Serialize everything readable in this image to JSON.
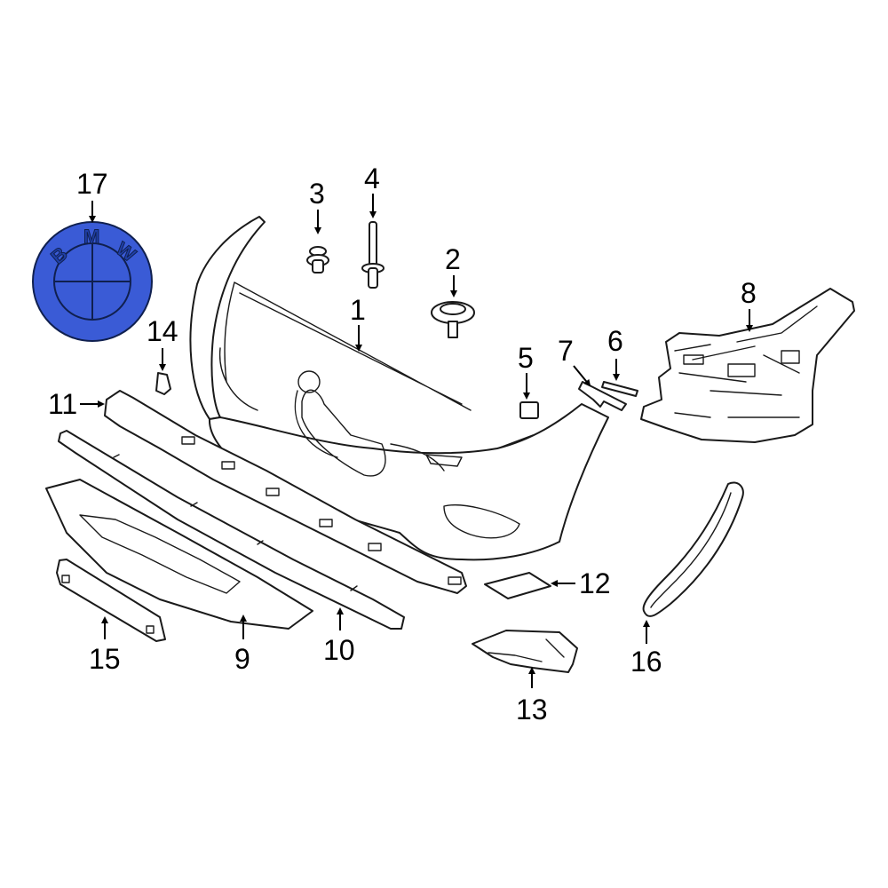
{
  "callouts": {
    "c1": "1",
    "c2": "2",
    "c3": "3",
    "c4": "4",
    "c5": "5",
    "c6": "6",
    "c7": "7",
    "c8": "8",
    "c9": "9",
    "c10": "10",
    "c11": "11",
    "c12": "12",
    "c13": "13",
    "c14": "14",
    "c15": "15",
    "c16": "16",
    "c17": "17"
  },
  "emblem": {
    "letter_b": "B",
    "letter_m": "M",
    "letter_w": "W"
  },
  "colors": {
    "emblem_fill": "#3a5bd6",
    "emblem_dark": "#10204f",
    "line": "#1a1a1a",
    "background": "#ffffff"
  }
}
